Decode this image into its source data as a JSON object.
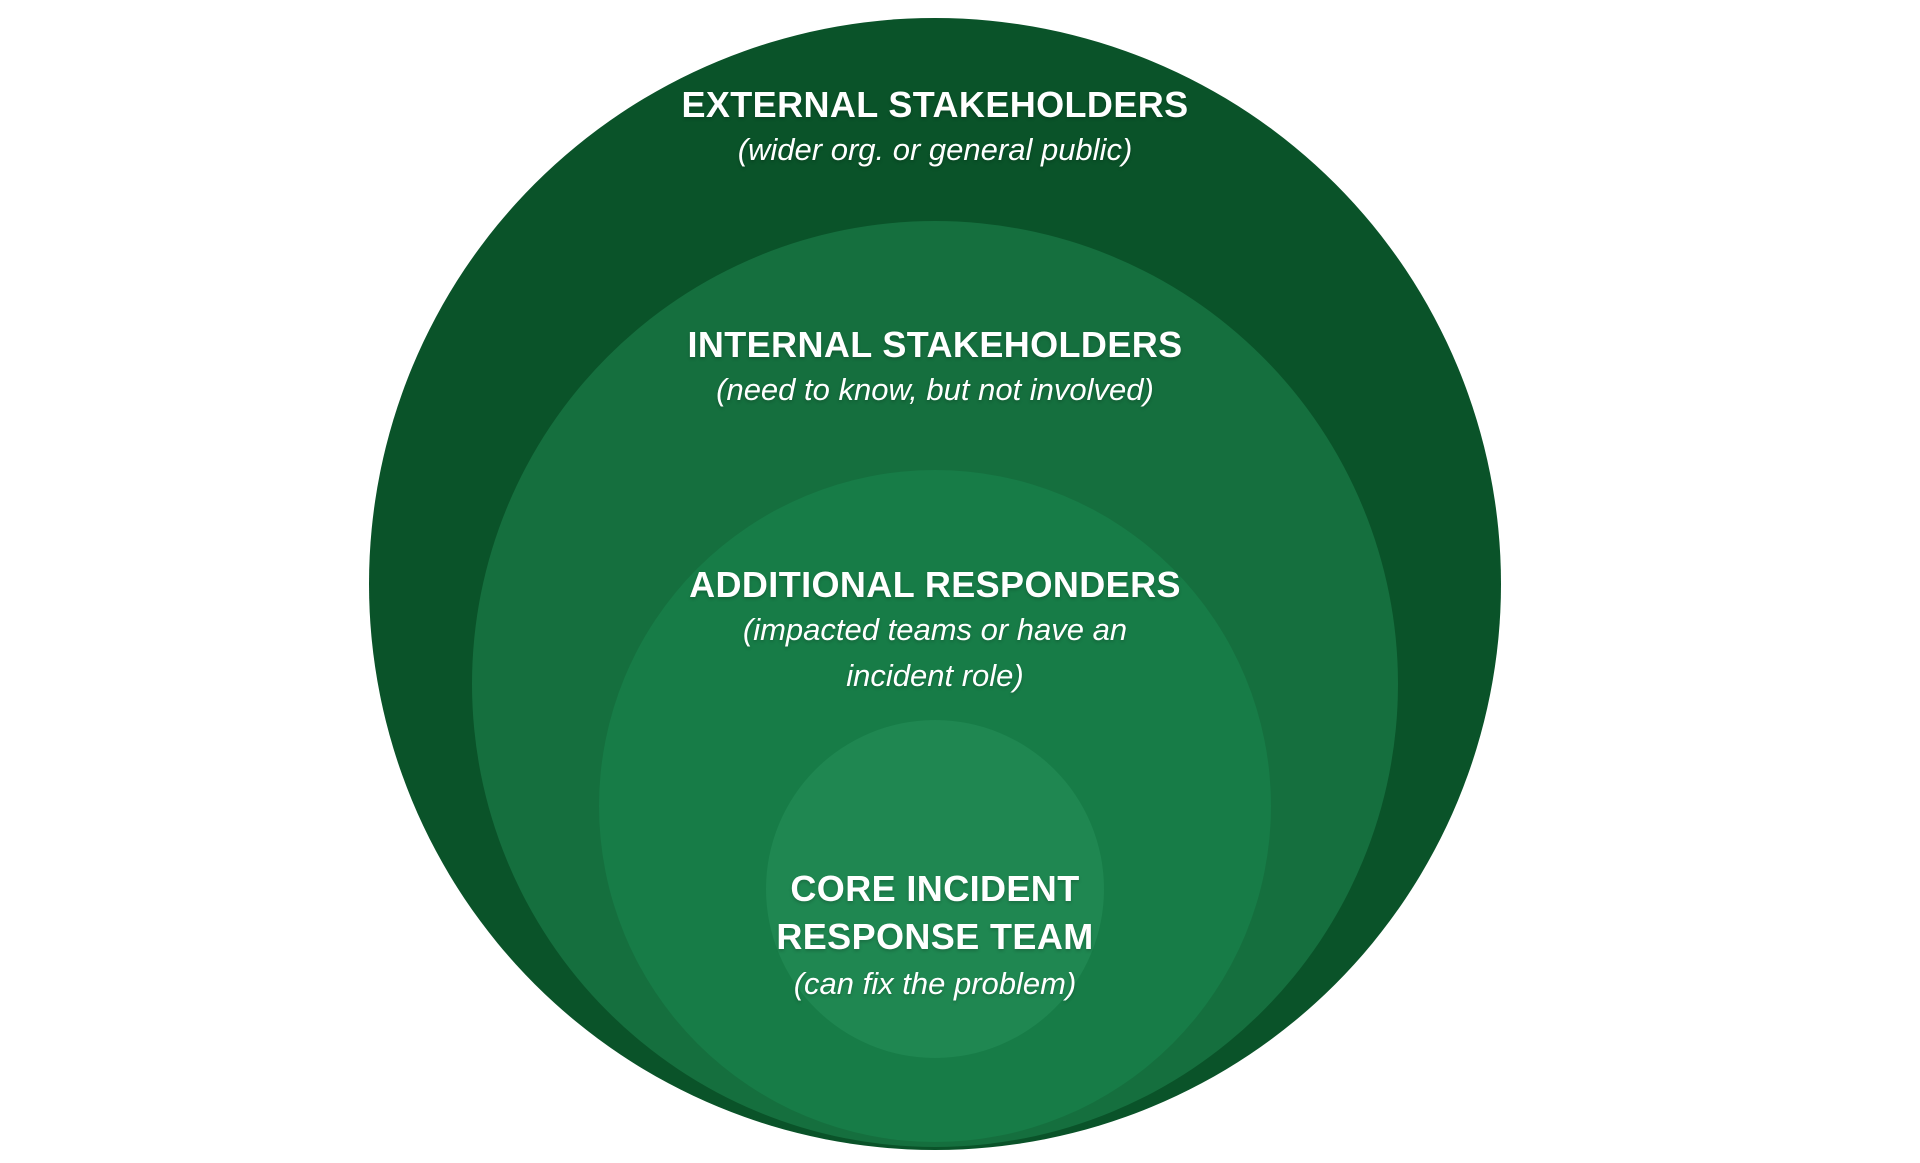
{
  "diagram": {
    "background_color": "#ffffff",
    "text_color": "#ffffff",
    "rings": [
      {
        "title_lines": [
          "EXTERNAL STAKEHOLDERS"
        ],
        "subtitle_lines": [
          "(wider org. or general public)"
        ],
        "color": "#0a5329"
      },
      {
        "title_lines": [
          "INTERNAL STAKEHOLDERS"
        ],
        "subtitle_lines": [
          "(need to know, but not involved)"
        ],
        "color": "#156f3e"
      },
      {
        "title_lines": [
          "ADDITIONAL RESPONDERS"
        ],
        "subtitle_lines": [
          "(impacted teams or have an",
          "incident role)"
        ],
        "color": "#177c47"
      },
      {
        "title_lines": [
          "CORE INCIDENT",
          "RESPONSE TEAM"
        ],
        "subtitle_lines": [
          "(can fix the problem)"
        ],
        "color": "#1f8751"
      }
    ]
  }
}
